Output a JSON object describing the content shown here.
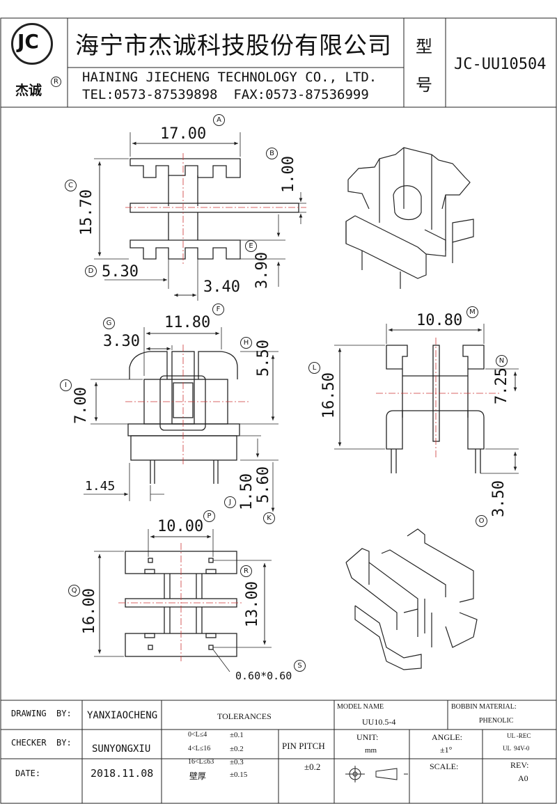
{
  "header": {
    "logo_text": "JC",
    "logo_caption": "杰诚",
    "registered_mark": "R",
    "company_cn": "海宁市杰诚科技股份有限公司",
    "company_en": "HAINING JIECHENG TECHNOLOGY CO., LTD.",
    "contact": "TEL:0573-87539898  FAX:0573-87536999",
    "model_label_1": "型",
    "model_label_2": "号",
    "model_code": "JC-UU10504"
  },
  "dimensions": {
    "a": "17.00",
    "b": "1.00",
    "c": "15.70",
    "d": "5.30",
    "e": "3.90",
    "d2": "3.40",
    "f": "11.80",
    "g": "3.30",
    "h": "5.50",
    "i": "7.00",
    "side_small": "1.45",
    "j": "1.50",
    "k": "5.60",
    "m": "10.80",
    "l": "16.50",
    "n": "7.25",
    "o": "3.50",
    "p": "10.00",
    "q": "16.00",
    "r": "13.00",
    "s": "0.60*0.60"
  },
  "markers": {
    "a": "A",
    "b": "B",
    "c": "C",
    "d": "D",
    "e": "E",
    "f": "F",
    "g": "G",
    "h": "H",
    "i": "I",
    "j": "J",
    "k": "K",
    "l": "L",
    "m": "M",
    "n": "N",
    "o": "O",
    "p": "P",
    "q": "Q",
    "r": "R",
    "s": "S"
  },
  "title_block": {
    "drawing_by_label": "DRAWING  BY:",
    "drawing_by": "YANXIAOCHENG",
    "checker_by_label": "CHECKER  BY:",
    "checker_by": "SUNYONGXIU",
    "date_label": "DATE:",
    "date": "2018.11.08",
    "tolerances_label": "TOLERANCES",
    "tol_rows": [
      {
        "range": "0<L≤4",
        "value": "±0.1"
      },
      {
        "range": "4<L≤16",
        "value": "±0.2"
      },
      {
        "range": "16<L≤63",
        "value": "±0.3"
      },
      {
        "range": "壁厚",
        "value": "±0.15"
      }
    ],
    "pin_pitch_label": "PIN PITCH",
    "pin_pitch_value": "±0.2",
    "model_name_label": "MODEL NAME",
    "model_name": "UU10.5-4",
    "bobbin_material_label": "BOBBIN MATERIAL:",
    "bobbin_material": "PHENOLIC",
    "unit_label": "UNIT:",
    "unit": "mm",
    "angle_label": "ANGLE:",
    "angle": "±1°",
    "ul_1": "UL -REC",
    "ul_2": "UL  94V-0",
    "scale_label": "SCALE:",
    "rev_label": "REV:",
    "rev": "A0"
  }
}
